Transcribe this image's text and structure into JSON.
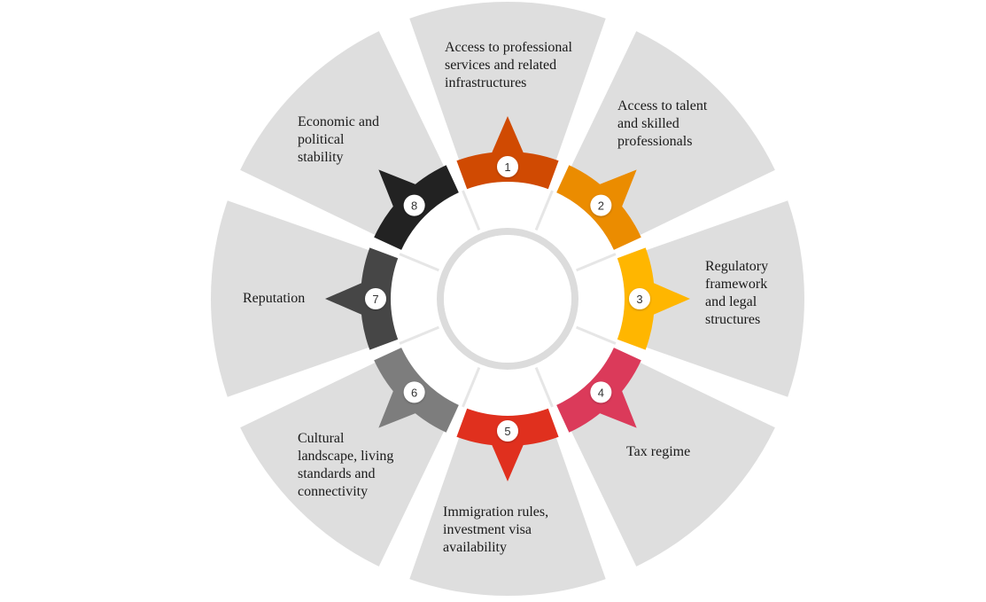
{
  "factors": [
    {
      "number": "1",
      "lines": [
        "Access to professional",
        "services and related",
        "infrastructures"
      ],
      "color": "#d04a02"
    },
    {
      "number": "2",
      "lines": [
        "Access to talent",
        "and skilled",
        "professionals"
      ],
      "color": "#eb8c00"
    },
    {
      "number": "3",
      "lines": [
        "Regulatory",
        "framework",
        "and legal",
        "structures"
      ],
      "color": "#ffb600"
    },
    {
      "number": "4",
      "lines": [
        "Tax regime"
      ],
      "color": "#db3a5a"
    },
    {
      "number": "5",
      "lines": [
        "Immigration rules,",
        "investment visa",
        "availability"
      ],
      "color": "#e0301e"
    },
    {
      "number": "6",
      "lines": [
        "Cultural",
        "landscape, living",
        "standards and",
        "connectivity"
      ],
      "color": "#7d7d7d"
    },
    {
      "number": "7",
      "lines": [
        "Reputation"
      ],
      "color": "#464646"
    },
    {
      "number": "8",
      "lines": [
        "Economic and",
        "political",
        "stability"
      ],
      "color": "#222222"
    }
  ],
  "colors": {
    "outer_segment": "#dedede",
    "inner_ring": "#dcdcdc",
    "background": "#ffffff"
  }
}
